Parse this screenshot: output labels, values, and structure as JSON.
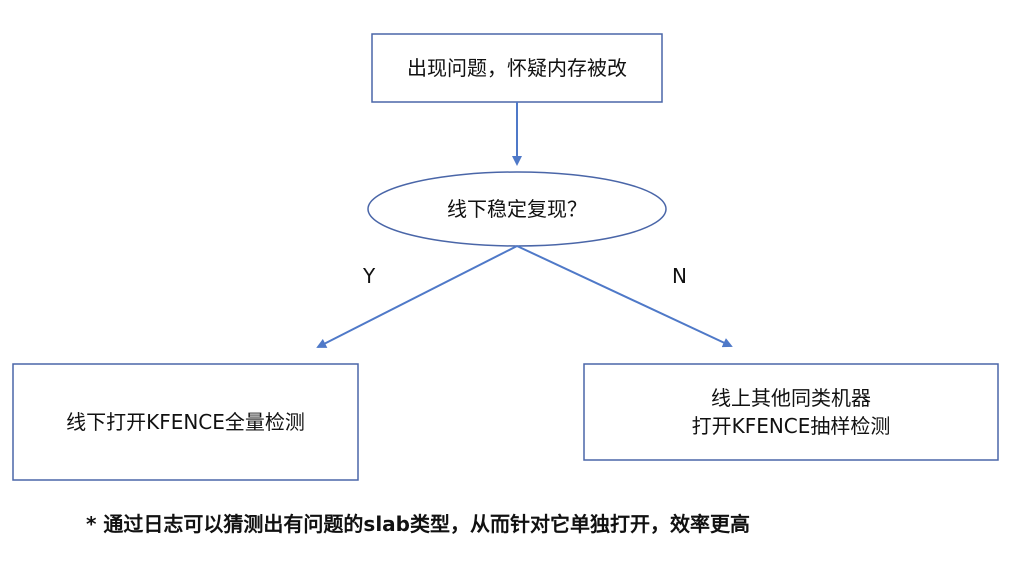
{
  "heading_fragment": "",
  "nodes": {
    "start": "出现问题，怀疑内存被改",
    "decision": "线下稳定复现？",
    "yes_action": "线下打开KFENCE全量检测",
    "no_action_line1": "线上其他同类机器",
    "no_action_line2": "打开KFENCE抽样检测"
  },
  "edges": {
    "yes_label": "Y",
    "no_label": "N"
  },
  "footnote": "* 通过日志可以猜测出有问题的slab类型，从而针对它单独打开，效率更高",
  "colors": {
    "box_border": "#4a66a8",
    "arrow": "#4f79c8",
    "text": "#111111"
  }
}
